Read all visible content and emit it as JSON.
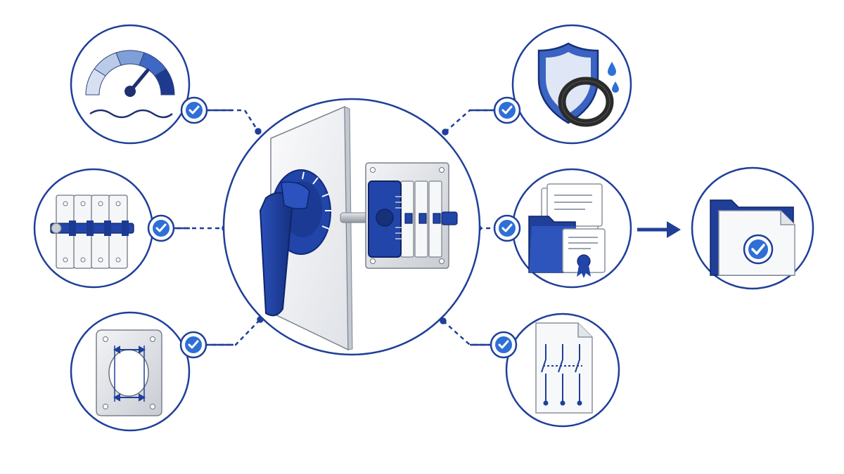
{
  "colors": {
    "primary": "#1f3f99",
    "primary_dark": "#16307a",
    "accent": "#2f6fd6",
    "light_blue": "#9fb6df",
    "outline": "#1b2f7a",
    "metal": "#c9ced6",
    "metal_dark": "#8a929e",
    "paper": "#f4f5f7",
    "check_bg": "#2f6fd6",
    "rubber": "#2b2b2b"
  },
  "center": {
    "icon": "rotary-disconnect-switch-icon"
  },
  "features": [
    {
      "id": "pressure-rating",
      "icon": "pressure-gauge-icon",
      "side": "left"
    },
    {
      "id": "switch-modules",
      "icon": "switch-module-stack-icon",
      "side": "left"
    },
    {
      "id": "mounting-cutout",
      "icon": "mounting-plate-cutout-icon",
      "side": "left"
    },
    {
      "id": "ingress-protection",
      "icon": "shield-seal-icon",
      "side": "right"
    },
    {
      "id": "certification-docs",
      "icon": "certificate-folder-icon",
      "side": "right"
    },
    {
      "id": "wiring-diagram",
      "icon": "wiring-schematic-document-icon",
      "side": "right"
    }
  ],
  "result": {
    "icon": "approved-folder-icon",
    "arrow_icon": "right-arrow-icon"
  }
}
